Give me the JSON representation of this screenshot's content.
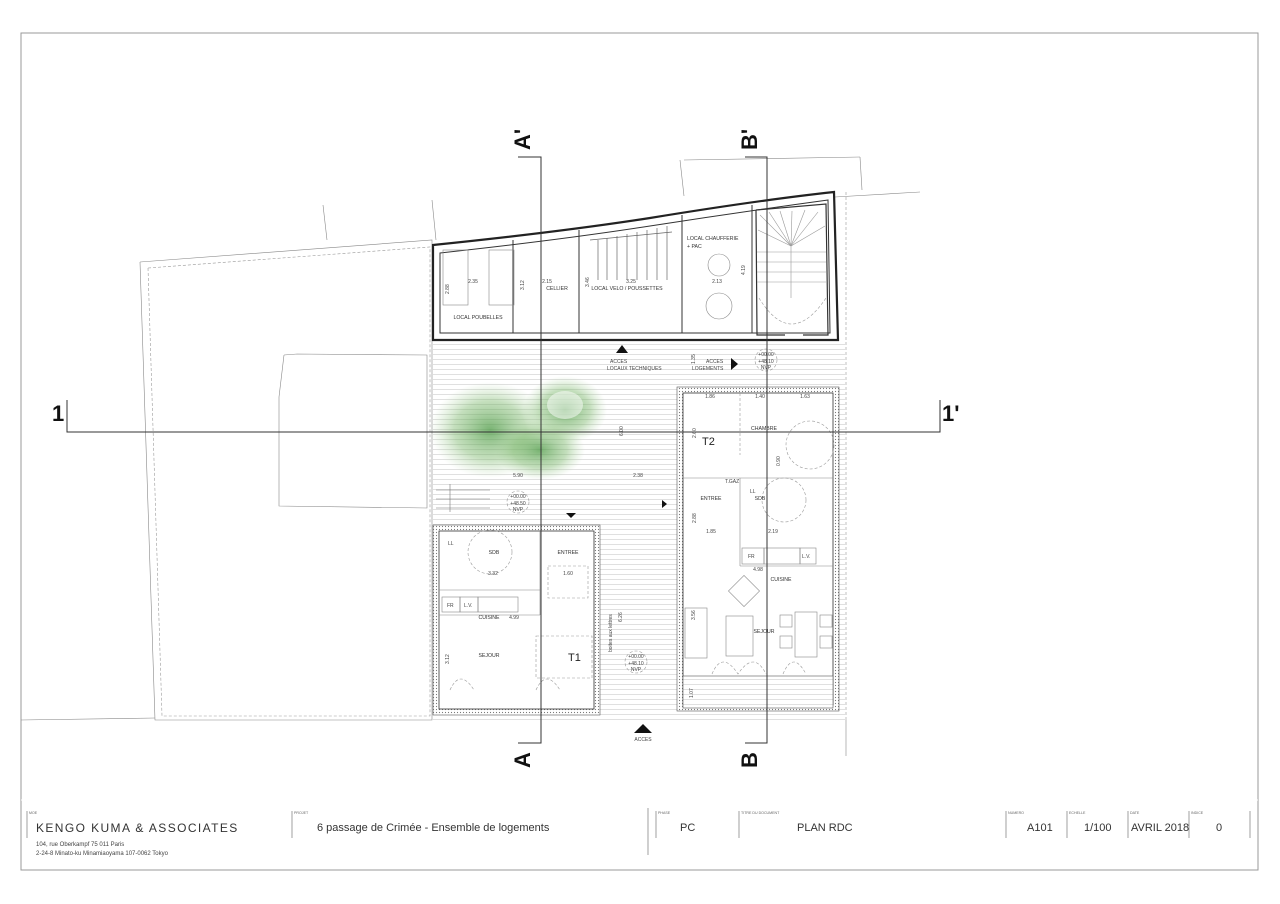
{
  "drawing": {
    "section_marks": {
      "a_top": "A'",
      "a_bottom": "A",
      "b_top": "B'",
      "b_bottom": "B",
      "one_left": "1",
      "one_right": "1'"
    },
    "rooms": {
      "local_poubelles": "LOCAL POUBELLES",
      "cellier": "CELLIER",
      "local_velo": "LOCAL VELO / POUSSETTES",
      "local_chaufferie_1": "LOCAL CHAUFFERIE",
      "local_chaufferie_2": "+ PAC",
      "t2_label": "T2",
      "t2_chambre": "CHAMBRE",
      "t2_entree": "ENTREE",
      "t2_sdb": "SDB",
      "t2_cuisine": "CUISINE",
      "t2_sejour": "SEJOUR",
      "t1_label": "T1",
      "t1_sdb": "SDB",
      "t1_entree": "ENTREE",
      "t1_cuisine": "CUISINE",
      "t1_sejour": "SEJOUR",
      "boites_lettres": "boites aux lettres"
    },
    "access": {
      "locaux_1": "ACCES",
      "locaux_2": "LOCAUX TECHNIQUES",
      "logements_1": "ACCES",
      "logements_2": "LOGEMENTS",
      "main": "ACCES"
    },
    "levels": {
      "l1": "+00.00",
      "l2": "+48.10",
      "l3": "NVP",
      "alt2": "+48.50"
    },
    "fixtures": {
      "ll": "LL",
      "lv": "L.V.",
      "fr": "FR",
      "tgaz": "T.GAZ"
    },
    "dimensions": {
      "d_235": "2.35",
      "d_288": "2.88",
      "d_312": "3.12",
      "d_215": "2.15",
      "d_346": "3.46",
      "d_325": "3.25",
      "d_213": "2.13",
      "d_419": "4.19",
      "d_135": "1.35",
      "d_186": "1.86",
      "d_140": "1.40",
      "d_163": "1.63",
      "d_260": "2.60",
      "d_090": "0.90",
      "d_600": "6.00",
      "d_590": "5.90",
      "d_238": "2.38",
      "d_288b": "2.88",
      "d_185": "1.85",
      "d_219": "2.19",
      "d_498": "4.98",
      "d_356": "3.56",
      "d_107": "1.07",
      "d_332": "3.32",
      "d_160": "1.60",
      "d_499": "4.99",
      "d_312b": "3.12",
      "d_626": "6.26"
    }
  },
  "title_block": {
    "moe_label": "MOE",
    "firm": "KENGO KUMA & ASSOCIATES",
    "address_1": "104, rue Oberkampf  75 011 Paris",
    "address_2": "2-24-8 Minato-ku Minamiaoyama 107-0062 Tokyo",
    "projet_label": "PROJET",
    "projet": "6 passage de Crimée - Ensemble de logements",
    "phase_label": "PHASE",
    "phase": "PC",
    "titre_label": "TITRE DU DOCUMENT",
    "titre": "PLAN RDC",
    "numero_label": "NUMERO",
    "numero": "A101",
    "echelle_label": "ECHELLE",
    "echelle": "1/100",
    "date_label": "DATE",
    "date": "AVRIL 2018",
    "indice_label": "INDICE",
    "indice": "0"
  }
}
